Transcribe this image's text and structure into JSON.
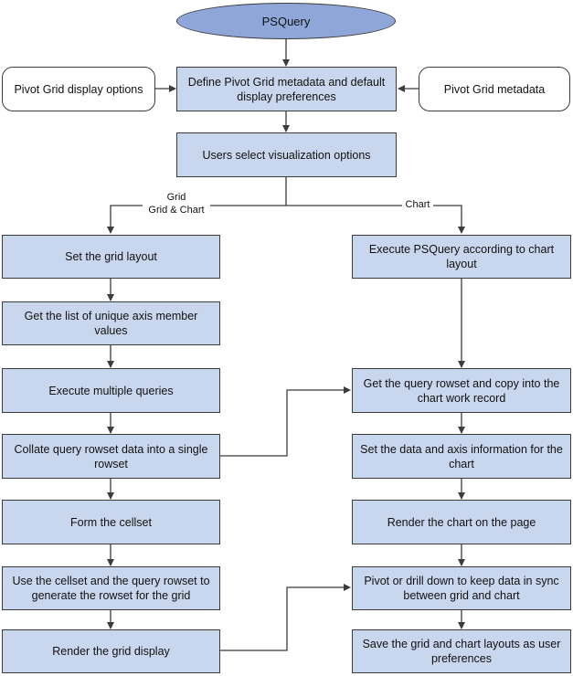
{
  "start": "PSQuery",
  "display_options": "Pivot Grid display options",
  "metadata_def": "Define Pivot Grid metadata and default display preferences",
  "metadata": "Pivot Grid metadata",
  "select_options": "Users select visualization options",
  "branch": {
    "grid": "Grid",
    "grid_chart": "Grid & Chart",
    "chart": "Chart"
  },
  "grid_steps": [
    "Set the grid layout",
    "Get the list of unique axis member values",
    "Execute multiple queries",
    "Collate query rowset data into a single rowset",
    "Form the cellset",
    "Use the cellset and the query rowset to generate the rowset for the grid",
    "Render the grid display"
  ],
  "chart_steps": [
    "Execute PSQuery according to chart layout",
    "Get the query rowset and copy into the chart work record",
    "Set the data and axis information for the chart",
    "Render the chart on the page",
    "Pivot or drill down to keep data in sync between grid and chart",
    "Save the grid and chart layouts as user preferences"
  ]
}
